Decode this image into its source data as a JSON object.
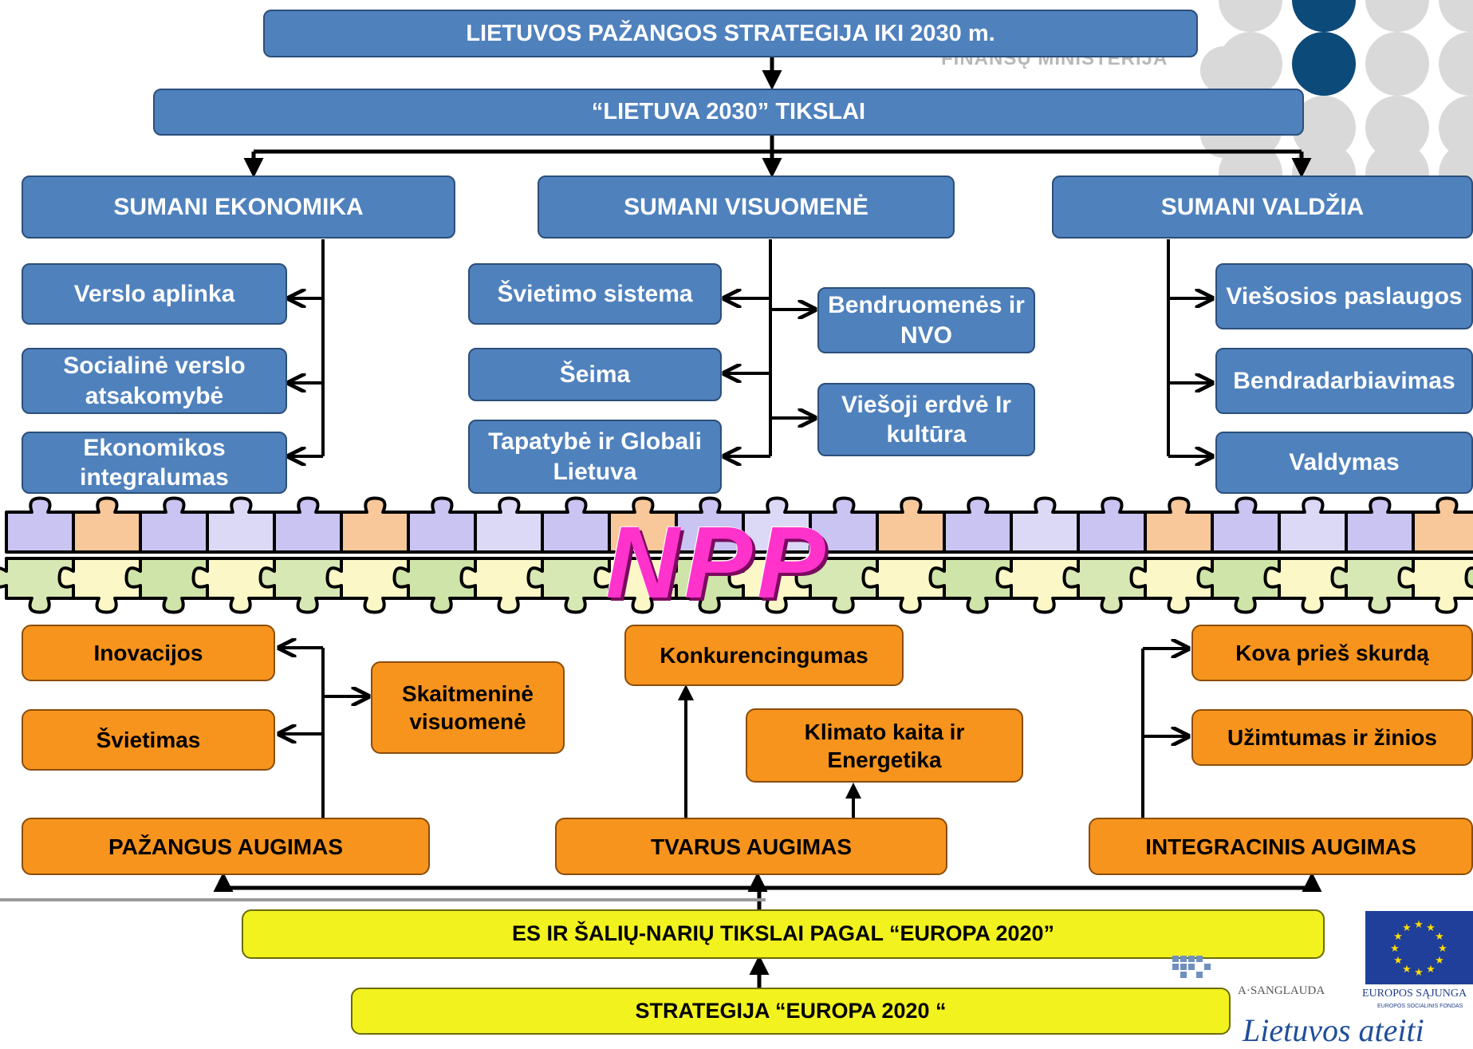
{
  "top": {
    "strategy_2030": "LIETUVOS PAŽANGOS STRATEGIJA IKI 2030 m.",
    "goals_2030": "“LIETUVA 2030” TIKSLAI"
  },
  "pillars": {
    "economy": "SUMANI  EKONOMIKA",
    "society": "SUMANI  VISUOMENĖ",
    "government": "SUMANI  VALDŽIA"
  },
  "economy_items": [
    "Verslo aplinka",
    "Socialinė verslo atsakomybė",
    "Ekonomikos integralumas"
  ],
  "society_left_items": [
    "Švietimo  sistema",
    "Šeima",
    "Tapatybė ir Globali Lietuva"
  ],
  "society_right_items": [
    "Bendruomenės ir NVO",
    "Viešoji erdvė Ir kultūra"
  ],
  "government_items": [
    "Viešosios paslaugos",
    "Bendradarbiavimas",
    "Valdymas"
  ],
  "center_label": "NPP",
  "growth": {
    "smart": "PAŽANGUS  AUGIMAS",
    "sustainable": "TVARUS  AUGIMAS",
    "inclusive": "INTEGRACINIS  AUGIMAS"
  },
  "smart_items": [
    "Inovacijos",
    "Švietimas",
    "Skaitmeninė visuomenė"
  ],
  "sustainable_items": [
    "Konkurencingumas",
    "Klimato kaita ir Energetika"
  ],
  "inclusive_items": [
    "Kova prieš skurdą",
    "Užimtumas ir žinios"
  ],
  "bottom": {
    "eu_goals": "ES IR ŠALIŲ-NARIŲ  TIKSLAI  PAGAL “EUROPA 2020”",
    "eu_strategy": "STRATEGIJA  “EUROPA 2020 “"
  },
  "branding": {
    "ministry": "FINANSŲ MINISTERIJA",
    "cohesion": "A·SANGLAUDA",
    "eu_union": "EUROPOS SĄJUNGA",
    "eu_fund": "EUROPOS SOCIALINIS FONDAS",
    "slogan": "Lietuvos ateiti"
  },
  "colors": {
    "blue_box": "#4f81bd",
    "orange_box": "#f7941d",
    "yellow_box": "#f2f21f",
    "npp_text": "#ff33cc",
    "dot_dark": "#0c4a7a",
    "dot_light": "#d9d9d9"
  }
}
